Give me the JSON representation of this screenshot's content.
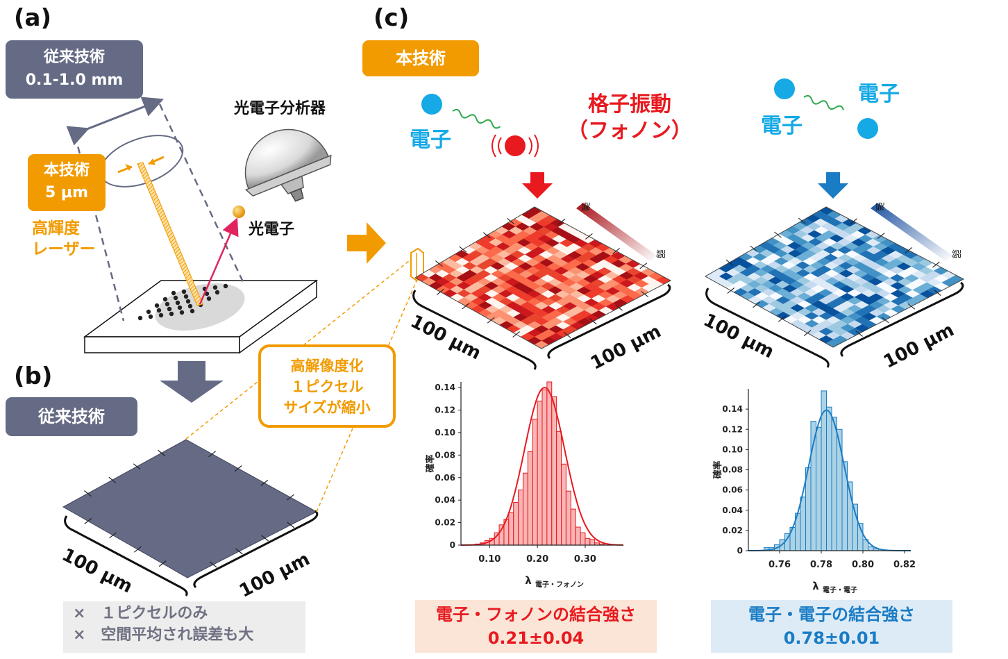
{
  "panel_a": {
    "label": "(a)",
    "conventional_tag": {
      "title": "従来技術",
      "value": "0.1-1.0 mm"
    },
    "this_tech_tag": {
      "title": "本技術",
      "value": "5 μm"
    },
    "laser_label_1": "高輝度",
    "laser_label_2": "レーザー",
    "analyzer_label": "光電子分析器",
    "photoelectron_label": "光電子"
  },
  "panel_b": {
    "label": "(b)",
    "tag": "従来技術",
    "dim_left": "100 μm",
    "dim_right": "100 μm",
    "notes": [
      "×　１ピクセルのみ",
      "×　空間平均され誤差も大"
    ]
  },
  "callout": {
    "lines": [
      "高解像度化",
      "１ピクセル",
      "サイズが縮小"
    ]
  },
  "panel_c": {
    "label": "(c)",
    "tag": "本技術",
    "phonon_side": {
      "electron_label": "電子",
      "phonon_label_1": "格子振動",
      "phonon_label_2": "（フォノン）",
      "colorbar_strong": "強",
      "colorbar_weak": "弱",
      "dim_left": "100 μm",
      "dim_right": "100 μm",
      "result_title": "電子・フォノンの結合強さ",
      "result_value": "0.21±0.04"
    },
    "electron_side": {
      "electron_label_1": "電子",
      "electron_label_2": "電子",
      "colorbar_strong": "強",
      "colorbar_weak": "弱",
      "dim_left": "100 μm",
      "dim_right": "100 μm",
      "result_title": "電子・電子の結合強さ",
      "result_value": "0.78±0.01"
    }
  },
  "colors": {
    "gray": "#656b84",
    "orange": "#f29b00",
    "red": "#e8191f",
    "blue": "#1a7cc4",
    "electron": "#15a9e6"
  },
  "chart_data": [
    {
      "type": "bar",
      "title": "",
      "xlabel": "λ",
      "xlabel_sub": "電子・フォノン",
      "ylabel": "確率",
      "xticks": [
        "0.10",
        "0.20",
        "0.30"
      ],
      "yticks": [
        "0",
        "0.02",
        "0.04",
        "0.06",
        "0.08",
        "0.10",
        "0.12",
        "0.14"
      ],
      "xlim": [
        0.04,
        0.38
      ],
      "ylim": [
        0,
        0.145
      ],
      "bin_width": 0.01,
      "bin_starts": [
        0.07,
        0.08,
        0.09,
        0.1,
        0.11,
        0.12,
        0.13,
        0.14,
        0.15,
        0.16,
        0.17,
        0.18,
        0.19,
        0.2,
        0.21,
        0.22,
        0.23,
        0.24,
        0.25,
        0.26,
        0.27,
        0.28,
        0.29,
        0.3,
        0.31,
        0.32,
        0.33
      ],
      "values": [
        0.001,
        0.002,
        0.004,
        0.006,
        0.011,
        0.018,
        0.023,
        0.029,
        0.038,
        0.049,
        0.064,
        0.083,
        0.112,
        0.128,
        0.138,
        0.145,
        0.132,
        0.101,
        0.072,
        0.048,
        0.032,
        0.016,
        0.011,
        0.006,
        0.005,
        0.002,
        0.001
      ],
      "kde": {
        "mean": 0.215,
        "sd": 0.042,
        "peak": 0.14
      }
    },
    {
      "type": "bar",
      "title": "",
      "xlabel": "λ",
      "xlabel_sub": "電子・電子",
      "ylabel": "確率",
      "xticks": [
        "0.76",
        "0.78",
        "0.80",
        "0.82"
      ],
      "yticks": [
        "0",
        "0.02",
        "0.04",
        "0.06",
        "0.08",
        "0.10",
        "0.12",
        "0.14"
      ],
      "xlim": [
        0.745,
        0.823
      ],
      "ylim": [
        0,
        0.16
      ],
      "bin_width": 0.0025,
      "bin_starts": [
        0.7525,
        0.755,
        0.7575,
        0.76,
        0.7625,
        0.765,
        0.7675,
        0.77,
        0.7725,
        0.775,
        0.7775,
        0.78,
        0.7825,
        0.785,
        0.7875,
        0.79,
        0.7925,
        0.795,
        0.7975,
        0.8,
        0.8025,
        0.805
      ],
      "values": [
        0.003,
        0.003,
        0.006,
        0.011,
        0.017,
        0.023,
        0.037,
        0.053,
        0.082,
        0.128,
        0.122,
        0.158,
        0.142,
        0.132,
        0.12,
        0.088,
        0.068,
        0.046,
        0.027,
        0.011,
        0.004,
        0.002
      ],
      "kde": {
        "mean": 0.7825,
        "sd": 0.0085,
        "peak": 0.139
      }
    }
  ]
}
